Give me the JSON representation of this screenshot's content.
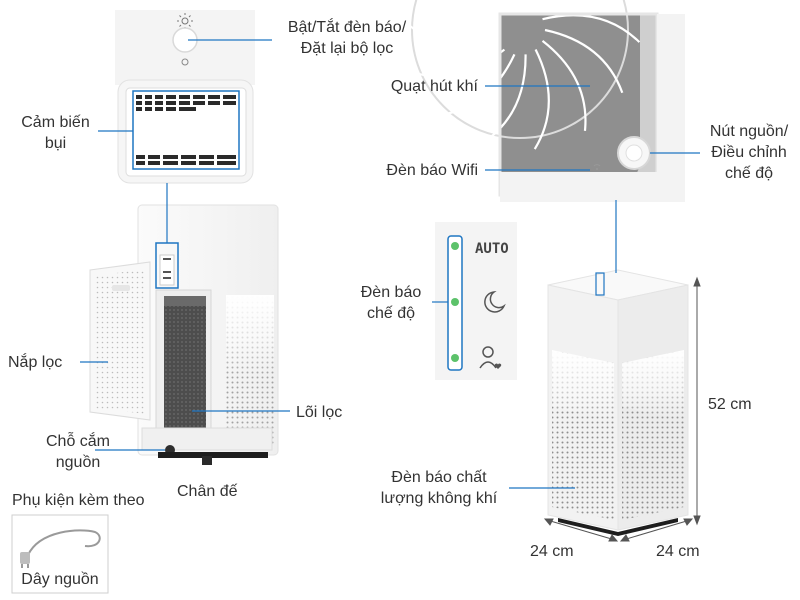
{
  "labels": {
    "light_reset": "Bật/Tắt đèn báo/\nĐặt lại bộ lọc",
    "dust_sensor": "Cảm biến\nbụi",
    "filter_cover": "Nắp lọc",
    "filter_core": "Lõi lọc",
    "power_socket": "Chỗ cắm\nnguồn",
    "base_feet": "Chân đế",
    "accessories": "Phụ kiện kèm theo",
    "power_cord": "Dây nguồn",
    "intake_fan": "Quạt hút khí",
    "wifi_light": "Đèn báo Wifi",
    "power_button": "Nút nguồn/\nĐiều chỉnh\nchế độ",
    "mode_lights": "Đèn báo\nchế độ",
    "air_quality_light": "Đèn báo chất\nlượng không khí",
    "height": "52 cm",
    "depth": "24 cm",
    "width": "24 cm"
  },
  "mode_panel": {
    "auto": "AUTO"
  },
  "colors": {
    "leader_line": "#1f76c2",
    "mode_led": "#5cc26a",
    "text": "#333333",
    "body_white": "#f7f7f7",
    "filter_dark": "#4a4a4a"
  }
}
